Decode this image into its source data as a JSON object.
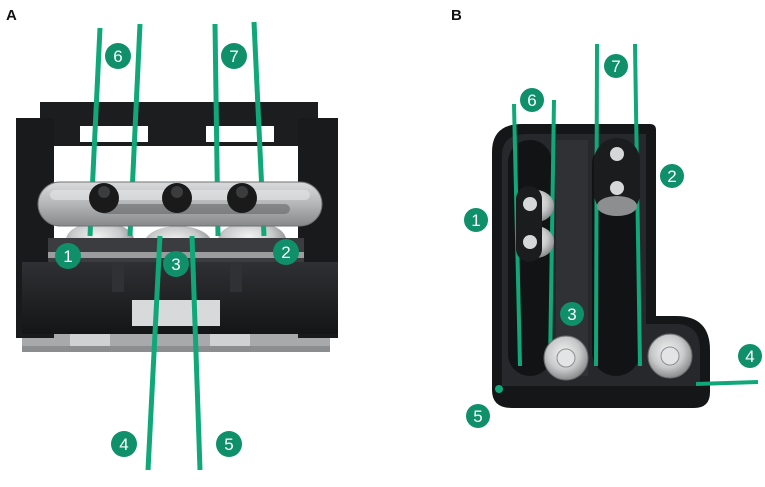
{
  "panels": [
    {
      "letter": "A"
    },
    {
      "letter": "B"
    }
  ],
  "callouts": {
    "a": [
      "6",
      "7",
      "1",
      "3",
      "2",
      "4",
      "5"
    ],
    "b": [
      "6",
      "7",
      "2",
      "1",
      "3",
      "4",
      "5"
    ]
  },
  "colors": {
    "strand": "#10a878",
    "badge": "#0f8f6a",
    "housing": "#222426",
    "bar": "#b4b6b8",
    "pin": "#1a1a1a",
    "base": "#a7a9ab"
  }
}
